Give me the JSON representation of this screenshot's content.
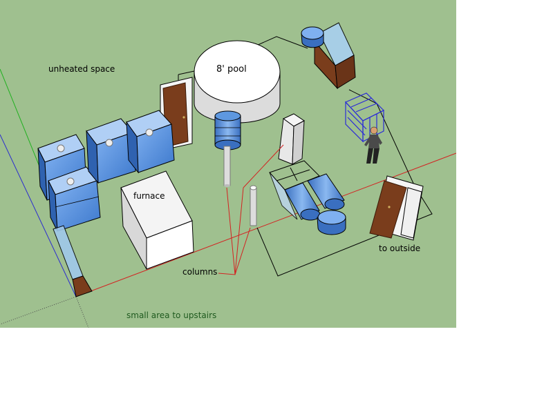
{
  "labels": {
    "unheated": "unheated space",
    "pool": "8' pool",
    "furnace": "furnace",
    "outside": "to outside",
    "columns": "columns",
    "upstairs": "small area to upstairs"
  },
  "colors": {
    "canvas": "#9fc08f",
    "water_blue": "#4a86d8",
    "door_brown": "#7a3d1c",
    "leader_red": "#d42020",
    "outline": "#000000"
  }
}
